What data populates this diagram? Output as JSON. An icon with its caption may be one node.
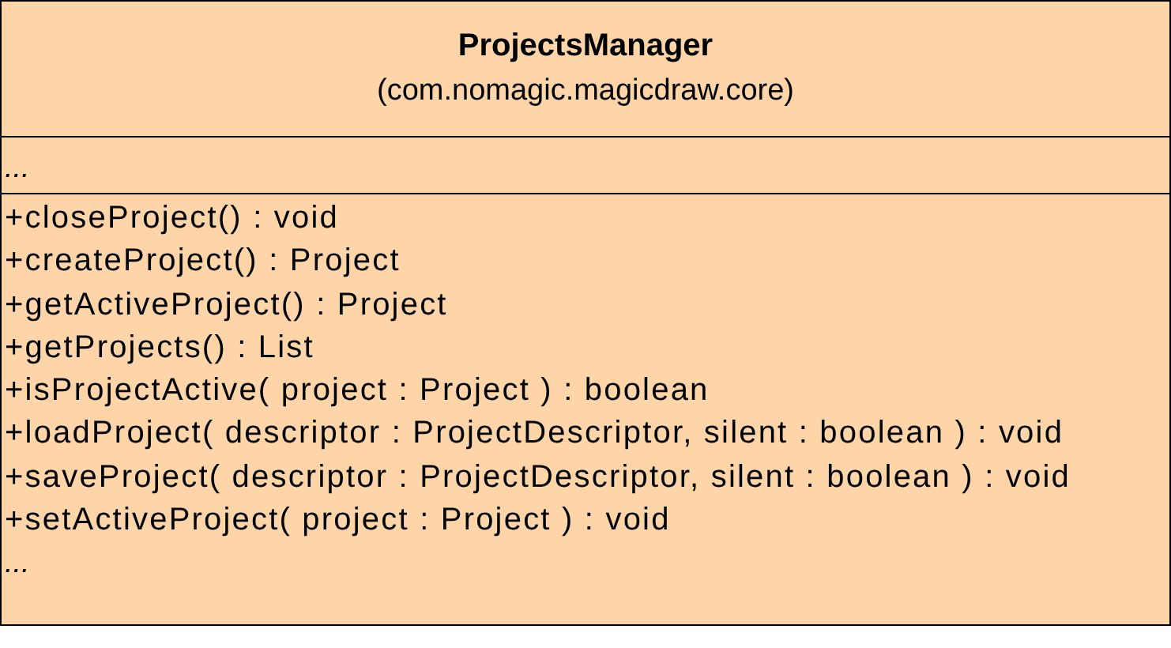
{
  "diagram": {
    "nodes": [
      {
        "text": [
          "ProjectsManager",
          "(com.nomagic.magicdraw.core)",
          "...",
          "+closeProject() : void",
          "+createProject() : Project",
          "+getActiveProject() : Project",
          "+getProjects() : List",
          "+isProjectActive( project : Project ) : boolean",
          "+loadProject( descriptor : ProjectDescriptor, silent : boolean ) : void",
          "+saveProject( descriptor : ProjectDescriptor, silent : boolean ) : void",
          "+setActiveProject( project : Project ) : void",
          "..."
        ]
      }
    ]
  }
}
